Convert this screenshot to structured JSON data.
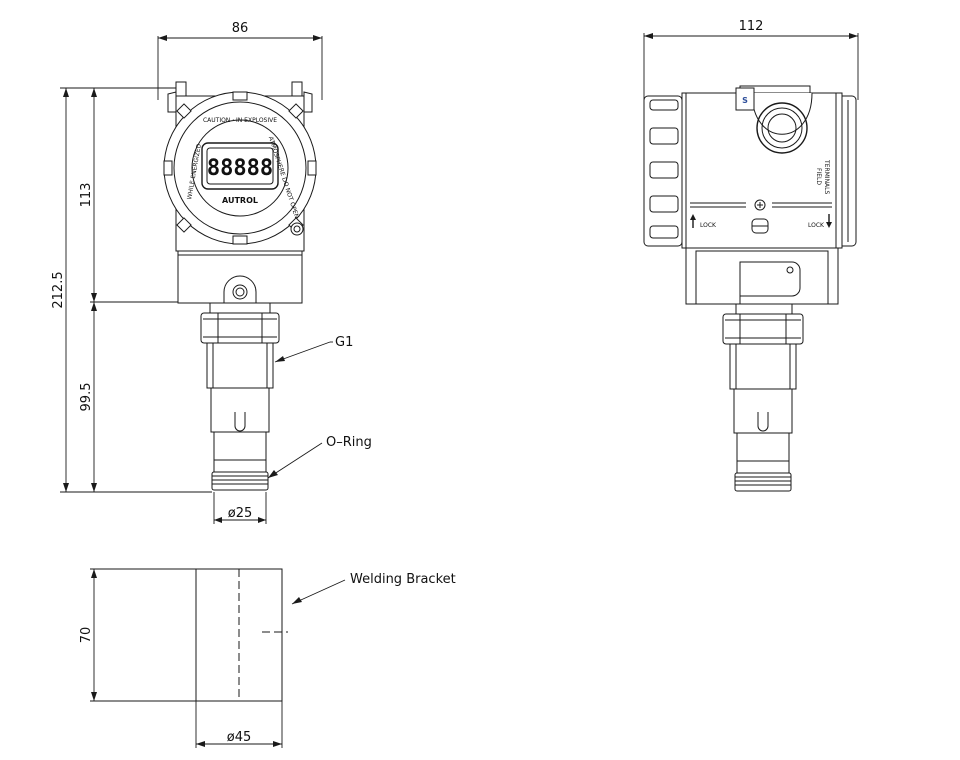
{
  "dimensions": {
    "front_width": "86",
    "side_width": "112",
    "head_height": "113",
    "total_height": "212.5",
    "process_height": "99.5",
    "process_diameter": "ø25",
    "bracket_height": "70",
    "bracket_diameter": "ø45"
  },
  "callouts": {
    "thread": "G1",
    "oring": "O–Ring",
    "bracket": "Welding Bracket"
  },
  "device": {
    "display_digits": "88888",
    "brand": "AUTROL",
    "ring_text_top": "CAUTION · IN EXPLOSIVE",
    "ring_text_right": "ATMOSPHERE DO NOT OPEN",
    "ring_text_left": "WHILE ENERGIZED",
    "side_badge": "S",
    "lock_left": "LOCK",
    "lock_right": "LOCK",
    "field_terminals_1": "FIELD",
    "field_terminals_2": "TERMINALS"
  }
}
